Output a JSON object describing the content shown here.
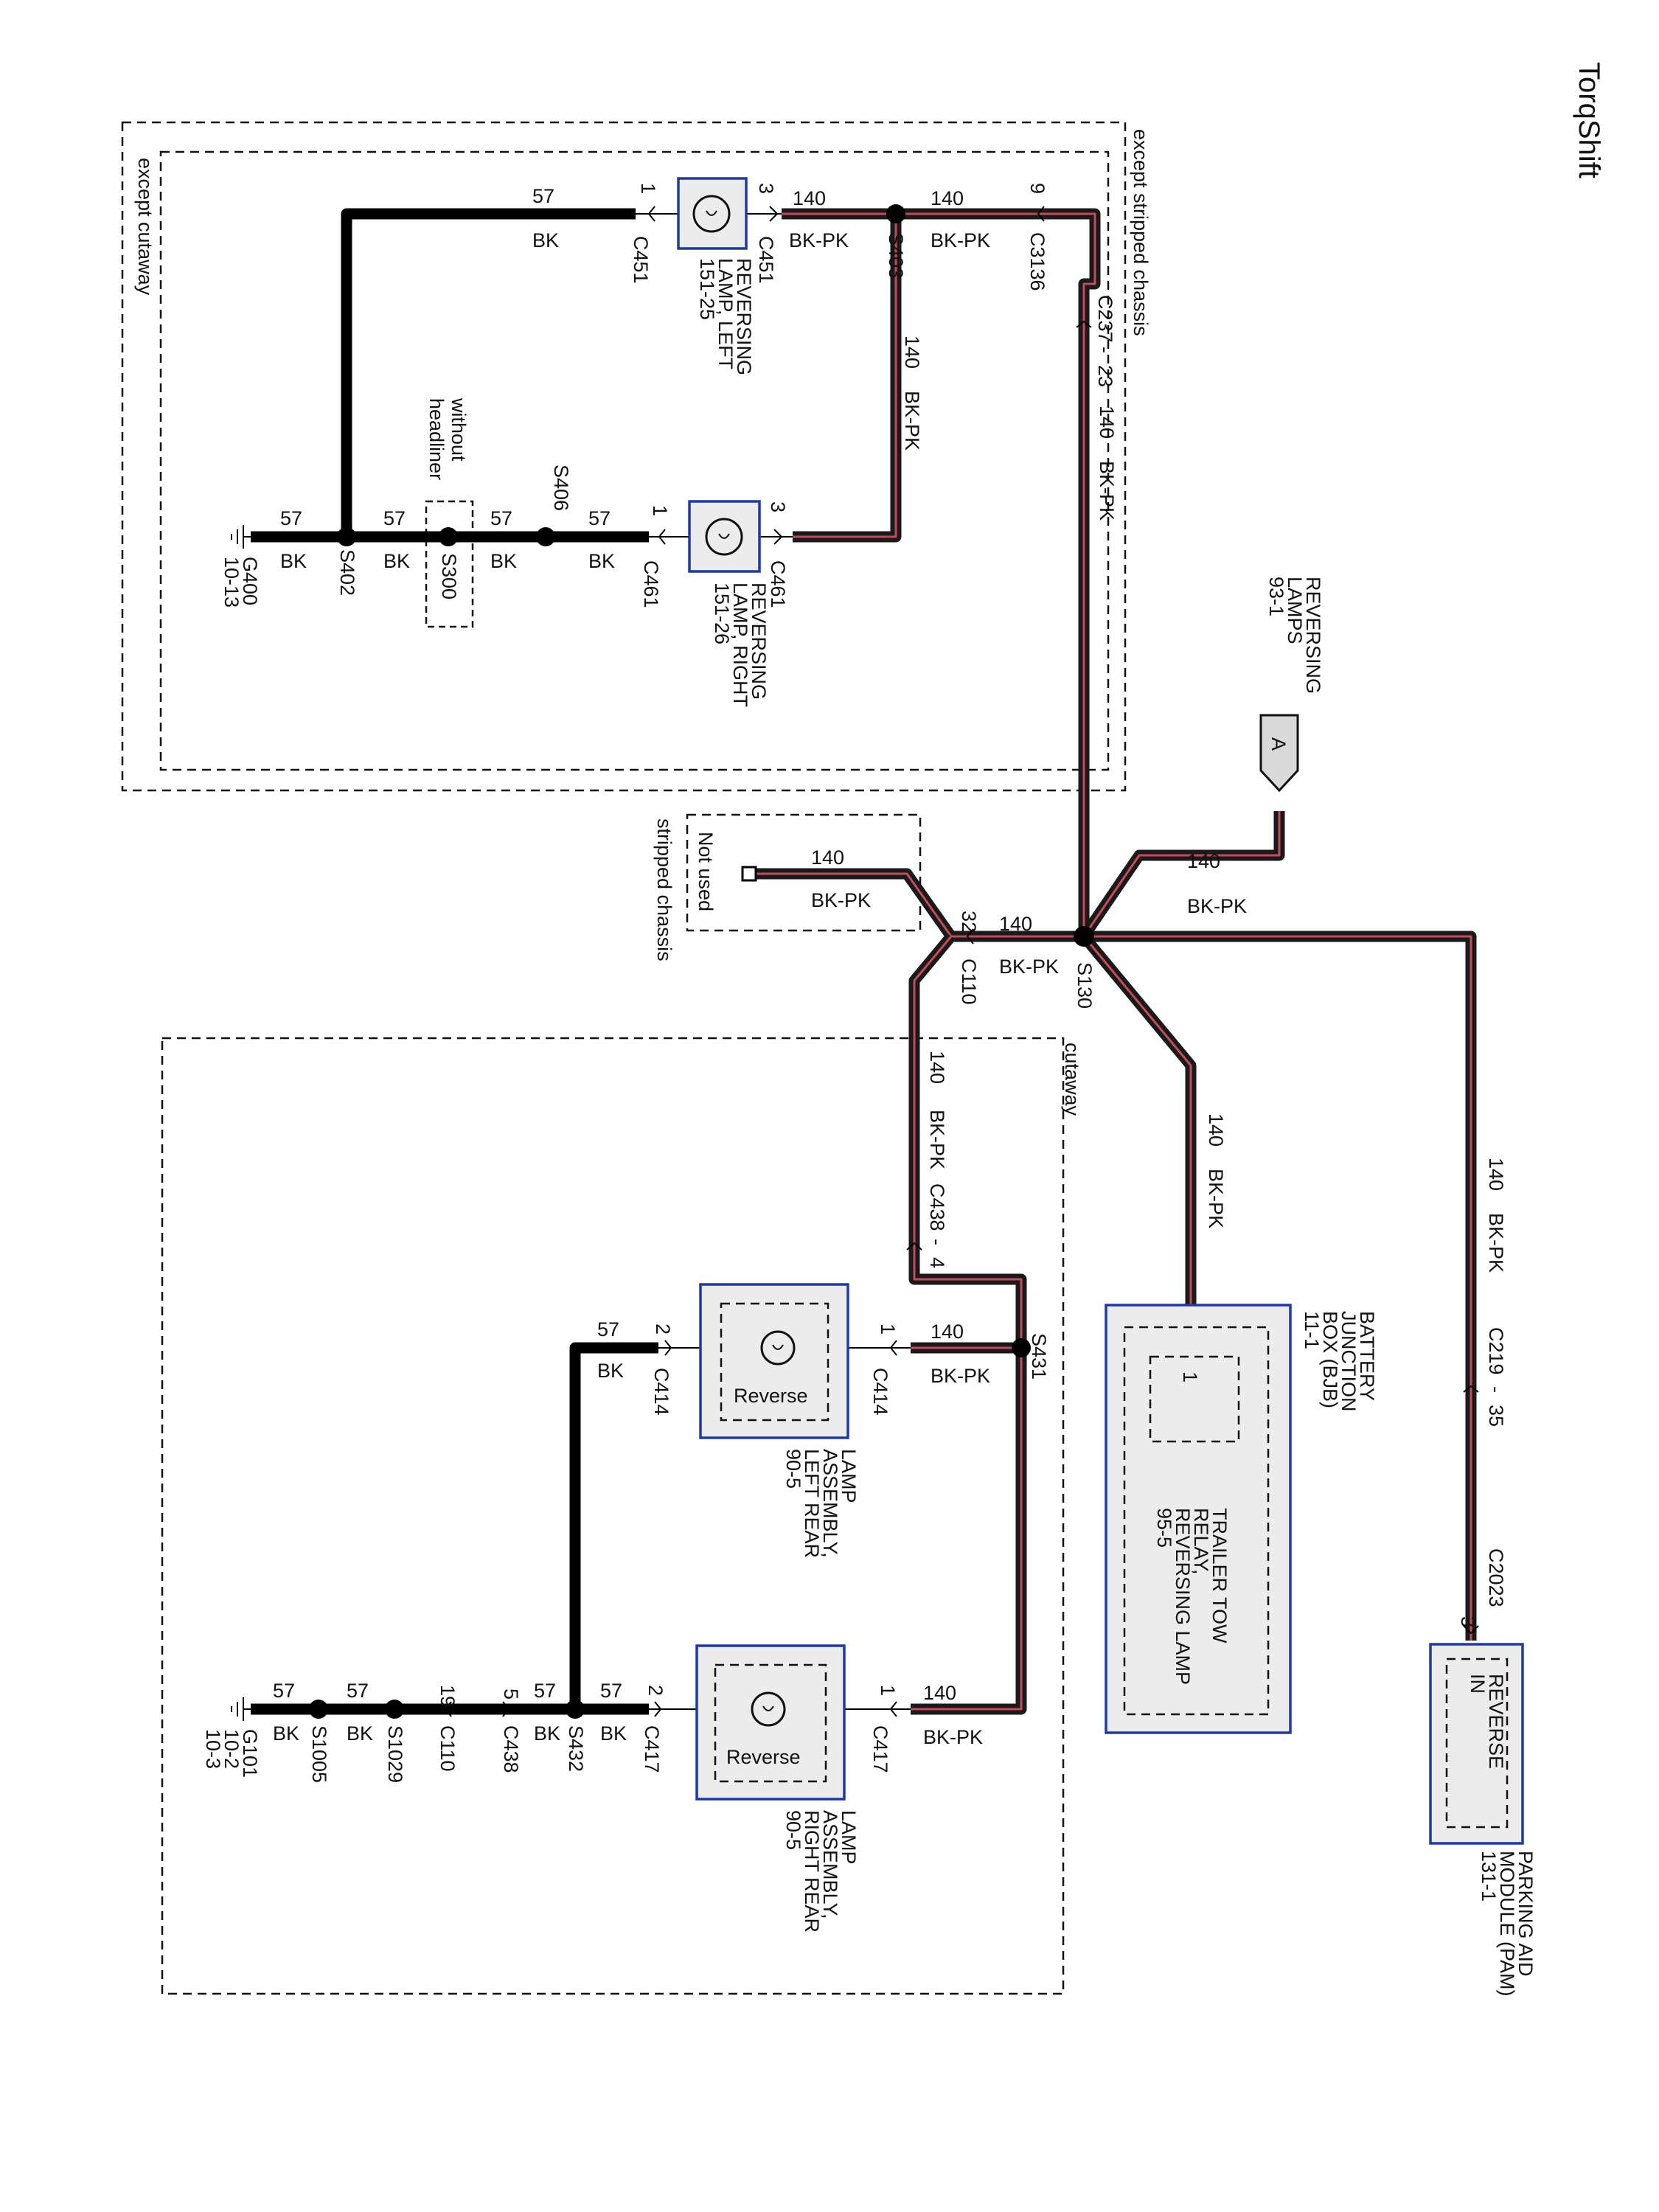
{
  "header": {
    "brand": "TorqShift"
  },
  "regions": {
    "except_stripped_chassis": "except stripped chassis",
    "except_cutaway": "except cutaway",
    "cutaway": "cutaway",
    "not_used_1": "Not used",
    "not_used_2": "stripped chassis",
    "without_headliner_1": "without",
    "without_headliner_2": "headliner"
  },
  "circuits": {
    "c140": "140",
    "bkpk": "BK-PK",
    "c57": "57",
    "bk": "BK"
  },
  "splices": {
    "s130": "S130",
    "s403": "S403",
    "s406": "S406",
    "s402": "S402",
    "s300": "S300",
    "s431": "S431",
    "s432": "S432",
    "s1005": "S1005",
    "s1029": "S1029"
  },
  "connectors": {
    "c451": "C451",
    "c461": "C461",
    "c3136": "C3136",
    "c237": "C237",
    "c110": "C110",
    "c438": "C438",
    "c414": "C414",
    "c417": "C417",
    "c219": "C219",
    "c2023": "C2023",
    "c237_pin": "23",
    "c3136_pin": "9",
    "c110_pin": "32",
    "c219_pin": "35",
    "c438_pin": "4",
    "c2023_pin": "3",
    "c110b_pin": "19",
    "c438b_pin": "5",
    "c438_sep": "-",
    "c237_sep": "-",
    "c219_sep": "-",
    "pin1": "1",
    "pin2": "2",
    "pin3": "3"
  },
  "components": {
    "reversing_lamps": {
      "l1": "REVERSING",
      "l2": "LAMPS",
      "l3": "93-1",
      "marker": "A"
    },
    "lamp_left": {
      "l1": "REVERSING",
      "l2": "LAMP, LEFT",
      "l3": "151-25"
    },
    "lamp_right": {
      "l1": "REVERSING",
      "l2": "LAMP, RIGHT",
      "l3": "151-26"
    },
    "bjb": {
      "l1": "BATTERY",
      "l2": "JUNCTION",
      "l3": "BOX (BJB)",
      "l4": "11-1"
    },
    "relay": {
      "l1": "TRAILER TOW",
      "l2": "RELAY,",
      "l3": "REVERSING LAMP",
      "l4": "95-5",
      "pin": "1"
    },
    "pam": {
      "l1": "PARKING AID",
      "l2": "MODULE (PAM)",
      "l3": "131-1",
      "in1": "REVERSE",
      "in2": "IN"
    },
    "lamp_lr": {
      "l1": "LAMP",
      "l2": "ASSEMBLY,",
      "l3": "LEFT REAR",
      "l4": "90-5",
      "inner": "Reverse"
    },
    "lamp_rr": {
      "l1": "LAMP",
      "l2": "ASSEMBLY,",
      "l3": "RIGHT REAR",
      "l4": "90-5",
      "inner": "Reverse"
    }
  },
  "grounds": {
    "g400": "G400",
    "g400_ref": "10-13",
    "g101": "G101",
    "g101_ref1": "10-2",
    "g101_ref2": "10-3"
  }
}
